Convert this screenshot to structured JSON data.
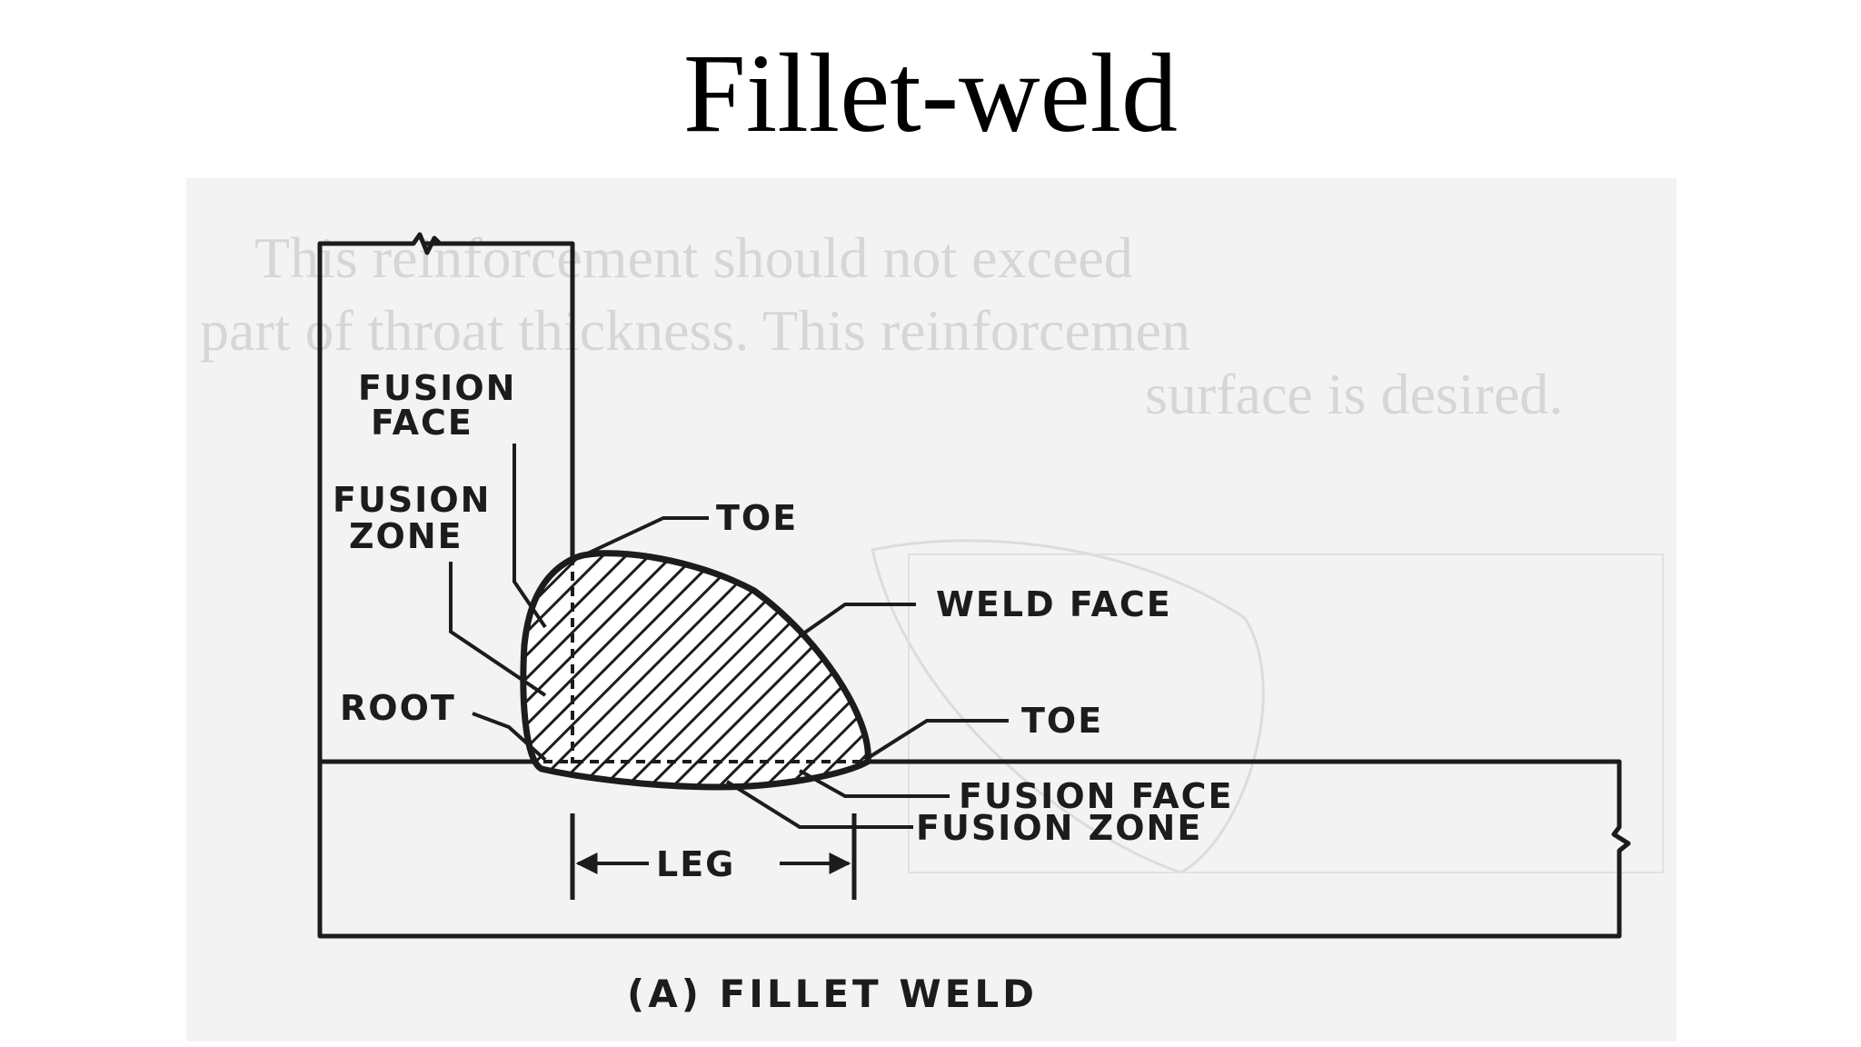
{
  "title": "Fillet-weld",
  "diagram": {
    "labels": {
      "fusion_face_top_1": "FUSION",
      "fusion_face_top_2": "FACE",
      "fusion_zone_top_1": "FUSION",
      "fusion_zone_top_2": "ZONE",
      "toe_top": "TOE",
      "weld_face": "WELD FACE",
      "root": "ROOT",
      "toe_bottom": "TOE",
      "fusion_face_bottom": "FUSION FACE",
      "fusion_zone_bottom": "FUSION ZONE",
      "leg": "LEG"
    },
    "caption": "(A) FILLET WELD",
    "background_text": [
      "This reinforcement should not exceed",
      "part of throat thickness. This reinforcemen",
      "surface is desired."
    ]
  }
}
